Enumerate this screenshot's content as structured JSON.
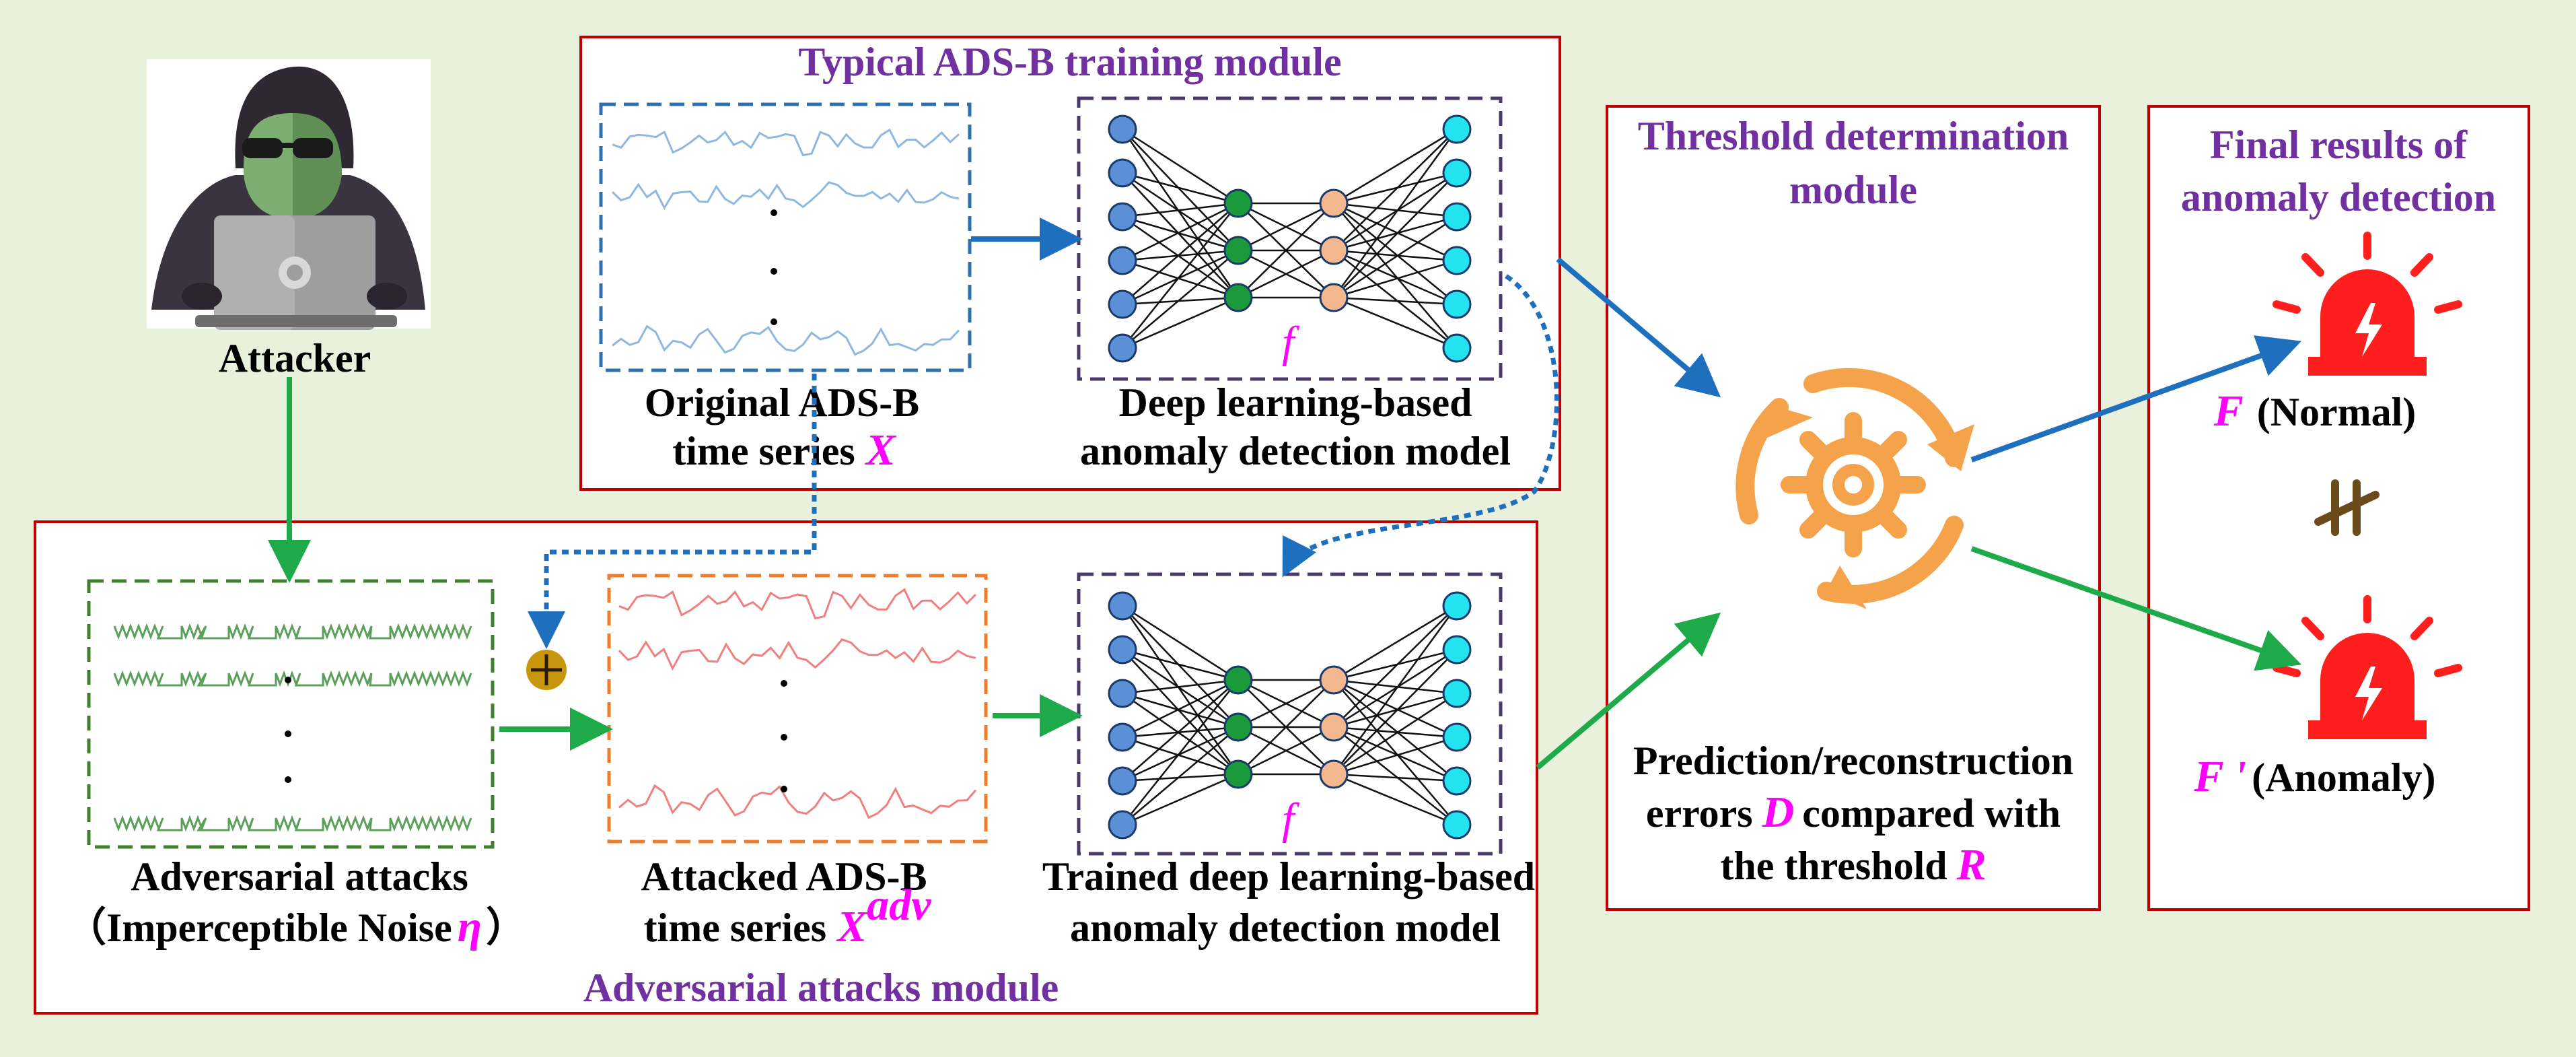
{
  "colors": {
    "background": "#e9f0dc",
    "module_border": "#c00000",
    "title_purple": "#7030a0",
    "variable_magenta": "#ff00ff",
    "arrow_blue": "#1f6fbf",
    "arrow_green": "#1faa4a",
    "series_blue": "#8eb8e0",
    "series_green": "#5aa05a",
    "series_red": "#f08080",
    "gear_orange": "#f5a34a",
    "alarm_red": "#ff1e1e",
    "notequal_brown": "#6b4a1c"
  },
  "attacker": {
    "label": "Attacker",
    "icon": "hooded-hacker-with-laptop"
  },
  "training_module": {
    "title": "Typical ADS-B training  module",
    "series_label_line1": "Original ADS-B",
    "series_label_line2": "time series",
    "series_var": "X",
    "model_var": "f",
    "model_label_line1": "Deep learning-based",
    "model_label_line2": "anomaly detection model"
  },
  "adversarial_module": {
    "title": "Adversarial attacks module",
    "noise_label_line1": "Adversarial attacks",
    "noise_label_line2": "（Imperceptible Noise",
    "noise_var": "η",
    "noise_close": "）",
    "attacked_label_line1": "Attacked  ADS-B",
    "attacked_label_line2": "time series",
    "attacked_var": "X",
    "attacked_var_sup": "adv",
    "model_var": "f",
    "model_label_line1": "Trained deep learning-based",
    "model_label_line2": "anomaly detection model",
    "add_symbol": "+"
  },
  "threshold_module": {
    "title_line1": "Threshold determination",
    "title_line2": "module",
    "text_line1": "Prediction/reconstruction",
    "text_line2_pre": "errors",
    "text_line2_var": "D",
    "text_line2_post": "compared with",
    "text_line3_pre": "the threshold",
    "text_line3_var": "R",
    "icon": "gear-cycle-icon"
  },
  "results_module": {
    "title_line1": "Final results of",
    "title_line2": "anomaly detection",
    "normal_var": "F",
    "normal_label": "(Normal)",
    "anomaly_var": "F '",
    "anomaly_label": "(Anomaly)",
    "not_equal": "≠",
    "icon": "alarm-siren-icon"
  }
}
